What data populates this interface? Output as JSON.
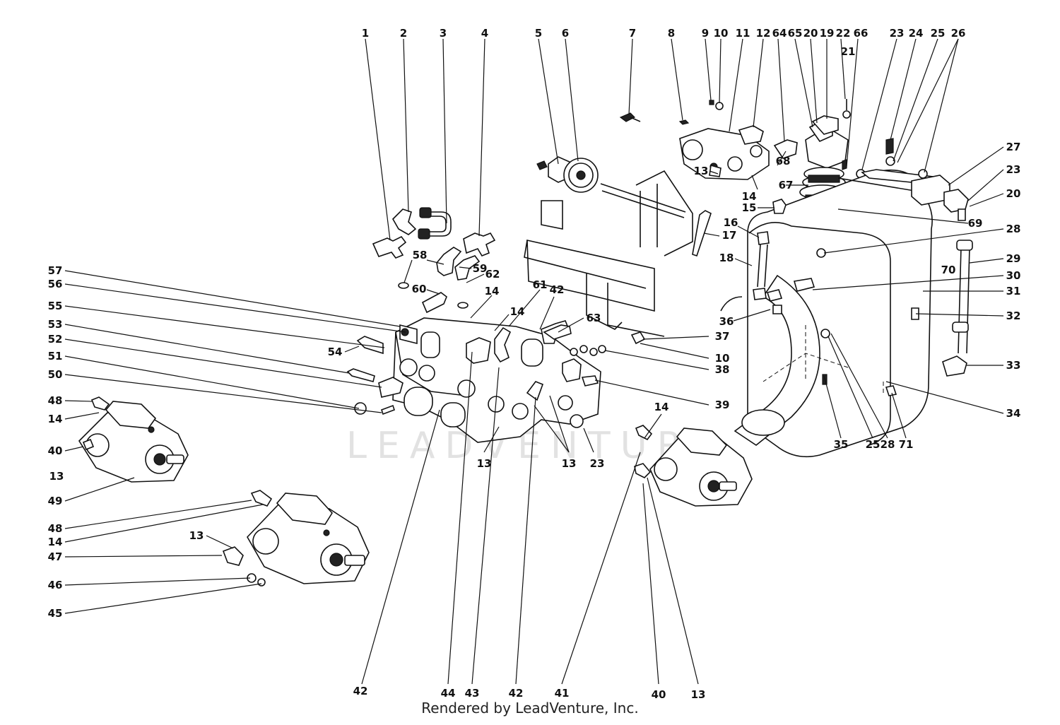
{
  "watermark": "LEADVENTURE",
  "footer": "Rendered by LeadVenture, Inc.",
  "callouts": [
    {
      "id": "c1",
      "label": "1"
    },
    {
      "id": "c2",
      "label": "2"
    },
    {
      "id": "c3",
      "label": "3"
    },
    {
      "id": "c4",
      "label": "4"
    },
    {
      "id": "c5",
      "label": "5"
    },
    {
      "id": "c6",
      "label": "6"
    },
    {
      "id": "c7",
      "label": "7"
    },
    {
      "id": "c8",
      "label": "8"
    },
    {
      "id": "c9",
      "label": "9"
    },
    {
      "id": "c10",
      "label": "10"
    },
    {
      "id": "c11",
      "label": "11"
    },
    {
      "id": "c12",
      "label": "12"
    },
    {
      "id": "c64",
      "label": "64"
    },
    {
      "id": "c65",
      "label": "65"
    },
    {
      "id": "c20a",
      "label": "20"
    },
    {
      "id": "c19",
      "label": "19"
    },
    {
      "id": "c22",
      "label": "22"
    },
    {
      "id": "c66",
      "label": "66"
    },
    {
      "id": "c21",
      "label": "21"
    },
    {
      "id": "c23a",
      "label": "23"
    },
    {
      "id": "c24",
      "label": "24"
    },
    {
      "id": "c25a",
      "label": "25"
    },
    {
      "id": "c26",
      "label": "26"
    },
    {
      "id": "c27",
      "label": "27"
    },
    {
      "id": "c23b",
      "label": "23"
    },
    {
      "id": "c20b",
      "label": "20"
    },
    {
      "id": "c69",
      "label": "69"
    },
    {
      "id": "c28a",
      "label": "28"
    },
    {
      "id": "c29",
      "label": "29"
    },
    {
      "id": "c70",
      "label": "70"
    },
    {
      "id": "c30",
      "label": "30"
    },
    {
      "id": "c31",
      "label": "31"
    },
    {
      "id": "c32",
      "label": "32"
    },
    {
      "id": "c33",
      "label": "33"
    },
    {
      "id": "c34",
      "label": "34"
    },
    {
      "id": "c71",
      "label": "71"
    },
    {
      "id": "c28b",
      "label": "28"
    },
    {
      "id": "c25b",
      "label": "25"
    },
    {
      "id": "c35",
      "label": "35"
    },
    {
      "id": "c13a",
      "label": "13"
    },
    {
      "id": "c68",
      "label": "68"
    },
    {
      "id": "c67",
      "label": "67"
    },
    {
      "id": "c14a",
      "label": "14"
    },
    {
      "id": "c15",
      "label": "15"
    },
    {
      "id": "c16",
      "label": "16"
    },
    {
      "id": "c17",
      "label": "17"
    },
    {
      "id": "c18",
      "label": "18"
    },
    {
      "id": "c36",
      "label": "36"
    },
    {
      "id": "c37",
      "label": "37"
    },
    {
      "id": "c10b",
      "label": "10"
    },
    {
      "id": "c38",
      "label": "38"
    },
    {
      "id": "c39",
      "label": "39"
    },
    {
      "id": "c63",
      "label": "63"
    },
    {
      "id": "c61",
      "label": "61"
    },
    {
      "id": "c42a",
      "label": "42"
    },
    {
      "id": "c14b",
      "label": "14"
    },
    {
      "id": "c14c",
      "label": "14"
    },
    {
      "id": "c58",
      "label": "58"
    },
    {
      "id": "c59",
      "label": "59"
    },
    {
      "id": "c62",
      "label": "62"
    },
    {
      "id": "c60",
      "label": "60"
    },
    {
      "id": "c57",
      "label": "57"
    },
    {
      "id": "c56",
      "label": "56"
    },
    {
      "id": "c55",
      "label": "55"
    },
    {
      "id": "c54",
      "label": "54"
    },
    {
      "id": "c53",
      "label": "53"
    },
    {
      "id": "c52",
      "label": "52"
    },
    {
      "id": "c51",
      "label": "51"
    },
    {
      "id": "c50",
      "label": "50"
    },
    {
      "id": "c48a",
      "label": "48"
    },
    {
      "id": "c14d",
      "label": "14"
    },
    {
      "id": "c40a",
      "label": "40"
    },
    {
      "id": "c13b",
      "label": "13"
    },
    {
      "id": "c49",
      "label": "49"
    },
    {
      "id": "c48b",
      "label": "48"
    },
    {
      "id": "c14e",
      "label": "14"
    },
    {
      "id": "c13c",
      "label": "13"
    },
    {
      "id": "c47",
      "label": "47"
    },
    {
      "id": "c46",
      "label": "46"
    },
    {
      "id": "c45",
      "label": "45"
    },
    {
      "id": "c13d",
      "label": "13"
    },
    {
      "id": "c13e",
      "label": "13"
    },
    {
      "id": "c23c",
      "label": "23"
    },
    {
      "id": "c14f",
      "label": "14"
    },
    {
      "id": "c42b",
      "label": "42"
    },
    {
      "id": "c44",
      "label": "44"
    },
    {
      "id": "c43",
      "label": "43"
    },
    {
      "id": "c42c",
      "label": "42"
    },
    {
      "id": "c41",
      "label": "41"
    },
    {
      "id": "c40b",
      "label": "40"
    },
    {
      "id": "c13f",
      "label": "13"
    }
  ]
}
